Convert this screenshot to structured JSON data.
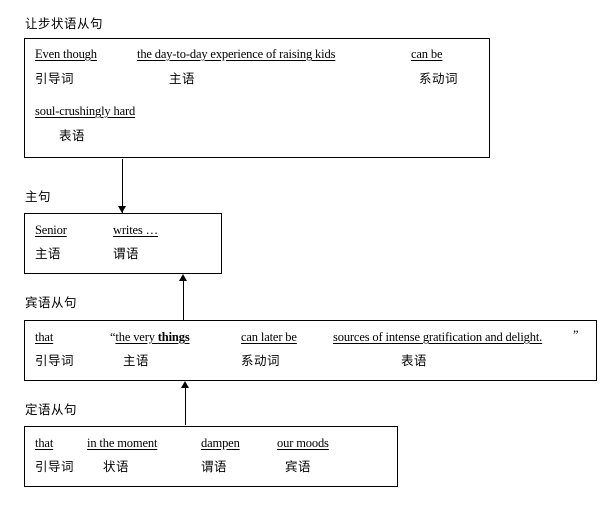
{
  "page": {
    "title": "English sentence structure analysis diagram",
    "background": "#ffffff",
    "ink": "#000000"
  },
  "blocks": [
    {
      "id": "concessive-clause",
      "label": "让步状语从句",
      "rows": [
        {
          "english": "Even though",
          "chinese": "引导词"
        },
        {
          "english": "the day-to-day experience of raising kids",
          "chinese": "主语"
        },
        {
          "english": "can be",
          "chinese": "系动词"
        },
        {
          "english": "soul-crushingly hard",
          "chinese": "表语"
        }
      ]
    },
    {
      "id": "main-clause",
      "label": "主句",
      "rows": [
        {
          "english": "Senior",
          "chinese": "主语"
        },
        {
          "english": "writes …",
          "chinese": "谓语"
        }
      ]
    },
    {
      "id": "object-clause",
      "label": "宾语从句",
      "rows": [
        {
          "english": "that",
          "chinese": "引导词"
        },
        {
          "english_prefix": "“",
          "english": "the very ",
          "english_bold": "things",
          "chinese": "主语"
        },
        {
          "english": "can later be",
          "chinese": "系动词"
        },
        {
          "english": "sources of intense gratification and delight.",
          "english_suffix": "”",
          "chinese": "表语"
        }
      ]
    },
    {
      "id": "attributive-clause",
      "label": "定语从句",
      "rows": [
        {
          "english": "that",
          "chinese": "引导词"
        },
        {
          "english": "in the moment",
          "chinese": "状语"
        },
        {
          "english": "dampen",
          "chinese": "谓语"
        },
        {
          "english": "our moods",
          "chinese": "宾语"
        }
      ]
    }
  ],
  "connectors": [
    {
      "id": "concessive-to-main",
      "direction": "down"
    },
    {
      "id": "object-to-main",
      "direction": "up"
    },
    {
      "id": "attributive-to-object",
      "direction": "up"
    }
  ]
}
